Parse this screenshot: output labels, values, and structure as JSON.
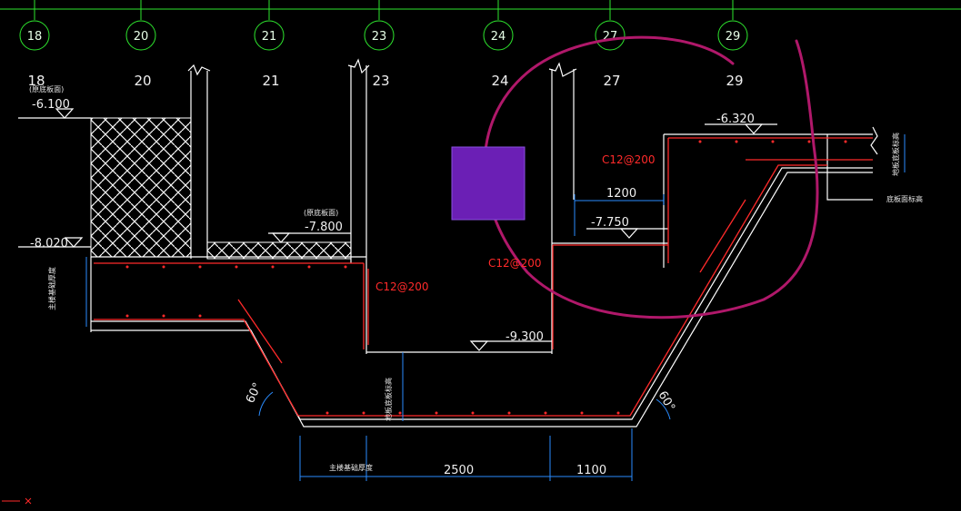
{
  "grid_axes": [
    {
      "id": "18",
      "label": "18"
    },
    {
      "id": "20",
      "label": "20"
    },
    {
      "id": "21",
      "label": "21"
    },
    {
      "id": "23",
      "label": "23"
    },
    {
      "id": "24",
      "label": "24"
    },
    {
      "id": "27",
      "label": "27"
    },
    {
      "id": "29",
      "label": "29"
    }
  ],
  "elevations": {
    "e1": "-6.100",
    "e2": "-7.800",
    "e3": "-8.020",
    "e4": "-9.300",
    "e5": "-7.750",
    "e6": "-6.320"
  },
  "rebar": {
    "r1": "C12@200",
    "r2": "C12@200",
    "r3": "C12@200"
  },
  "dimensions": {
    "d1": "1200",
    "d2": "2500",
    "d3": "1100"
  },
  "angles": {
    "a1": "60°",
    "a2": "60°"
  },
  "notes": {
    "n1": "(原底板面)",
    "n2": "(原底板面)",
    "n3": "底板面标高",
    "n4": "主楼基础厚度",
    "n5": "主楼基础厚度",
    "n6": "地板底板标高",
    "n7": "地板底板标高"
  },
  "colors": {
    "background": "#000000",
    "outline": "#ffffff",
    "rebar": "#ff2a2a",
    "dimension": "#2a8cff",
    "grid_bubble": "#2ee62e",
    "markup_loop": "#b0186a",
    "highlight_box": "#6b1fb5"
  }
}
